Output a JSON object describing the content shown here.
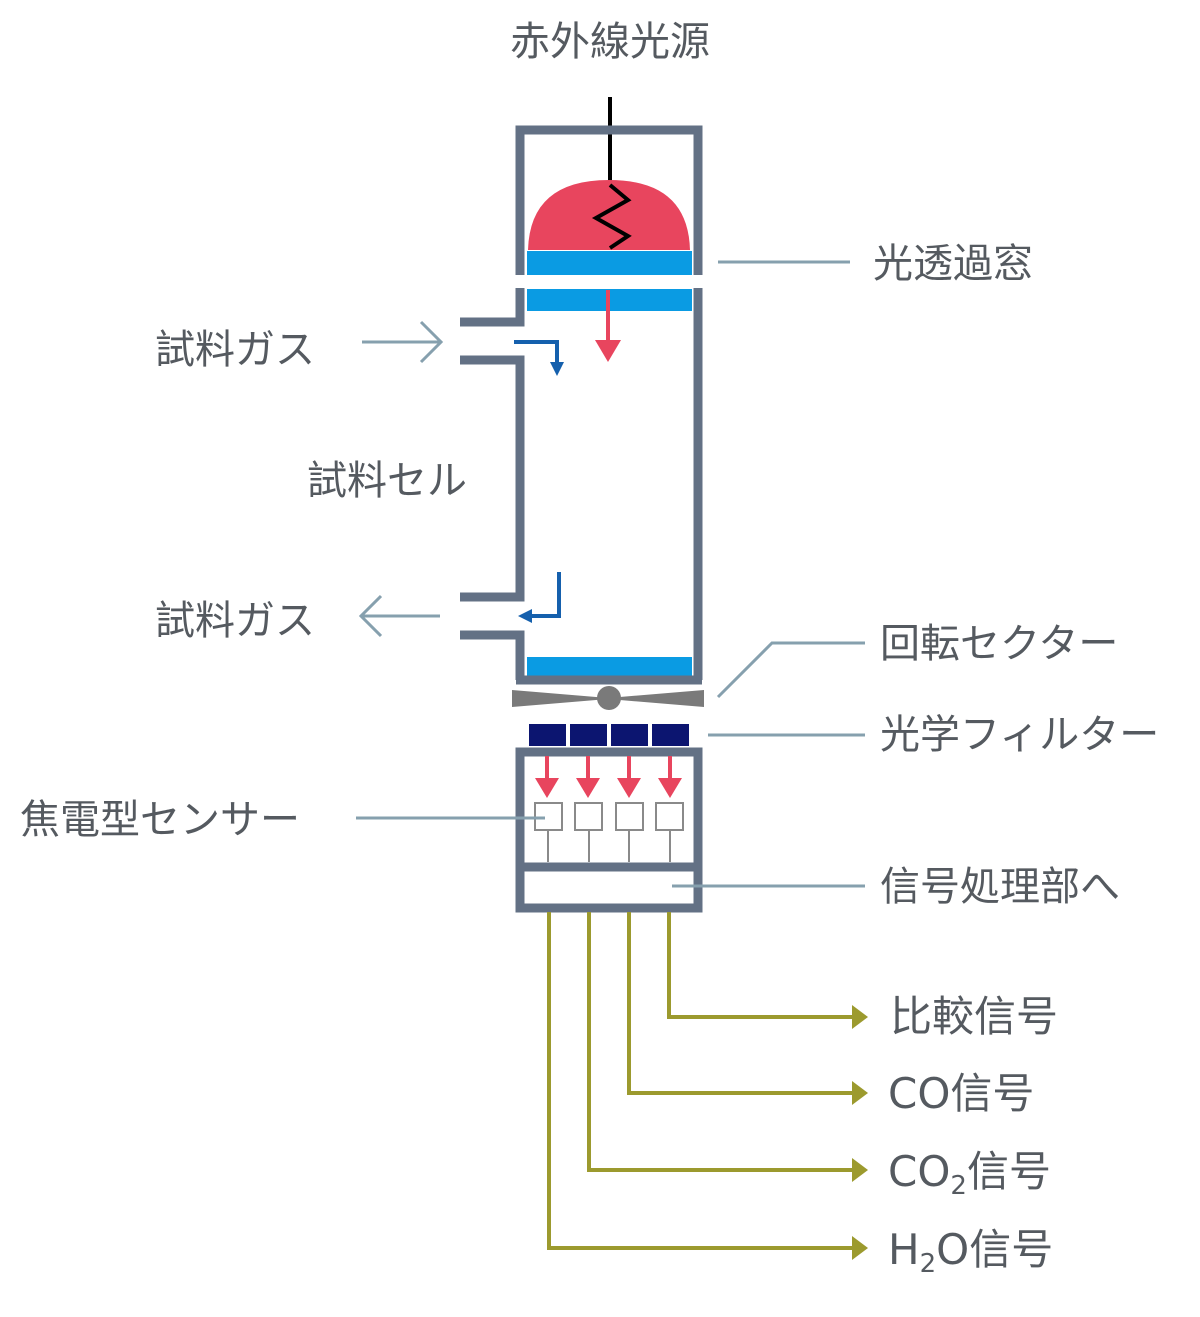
{
  "labels": {
    "ir_source": "赤外線光源",
    "window": "光透過窓",
    "gas_in": "試料ガス",
    "cell": "試料セル",
    "gas_out": "試料ガス",
    "sector": "回転セクター",
    "filter": "光学フィルター",
    "sensor": "焦電型センサー",
    "processor": "信号処理部へ"
  },
  "signals": {
    "ref": "比較信号",
    "co": {
      "pre": "CO",
      "post": "信号"
    },
    "co2": {
      "pre": "CO",
      "sub": "2",
      "post": "信号"
    },
    "h2o": {
      "pre": "H",
      "sub": "2",
      "post": "O信号"
    }
  },
  "colors": {
    "housing": "#637185",
    "source": "#e8455e",
    "window": "#0a9be3",
    "flow_arrow": "#1560ad",
    "ir_arrow": "#e8455e",
    "filter": "#0c1570",
    "sector": "#7a7a7a",
    "leader": "#86a0ae",
    "signal_line": "#9c9a2e",
    "text": "#555a60"
  }
}
